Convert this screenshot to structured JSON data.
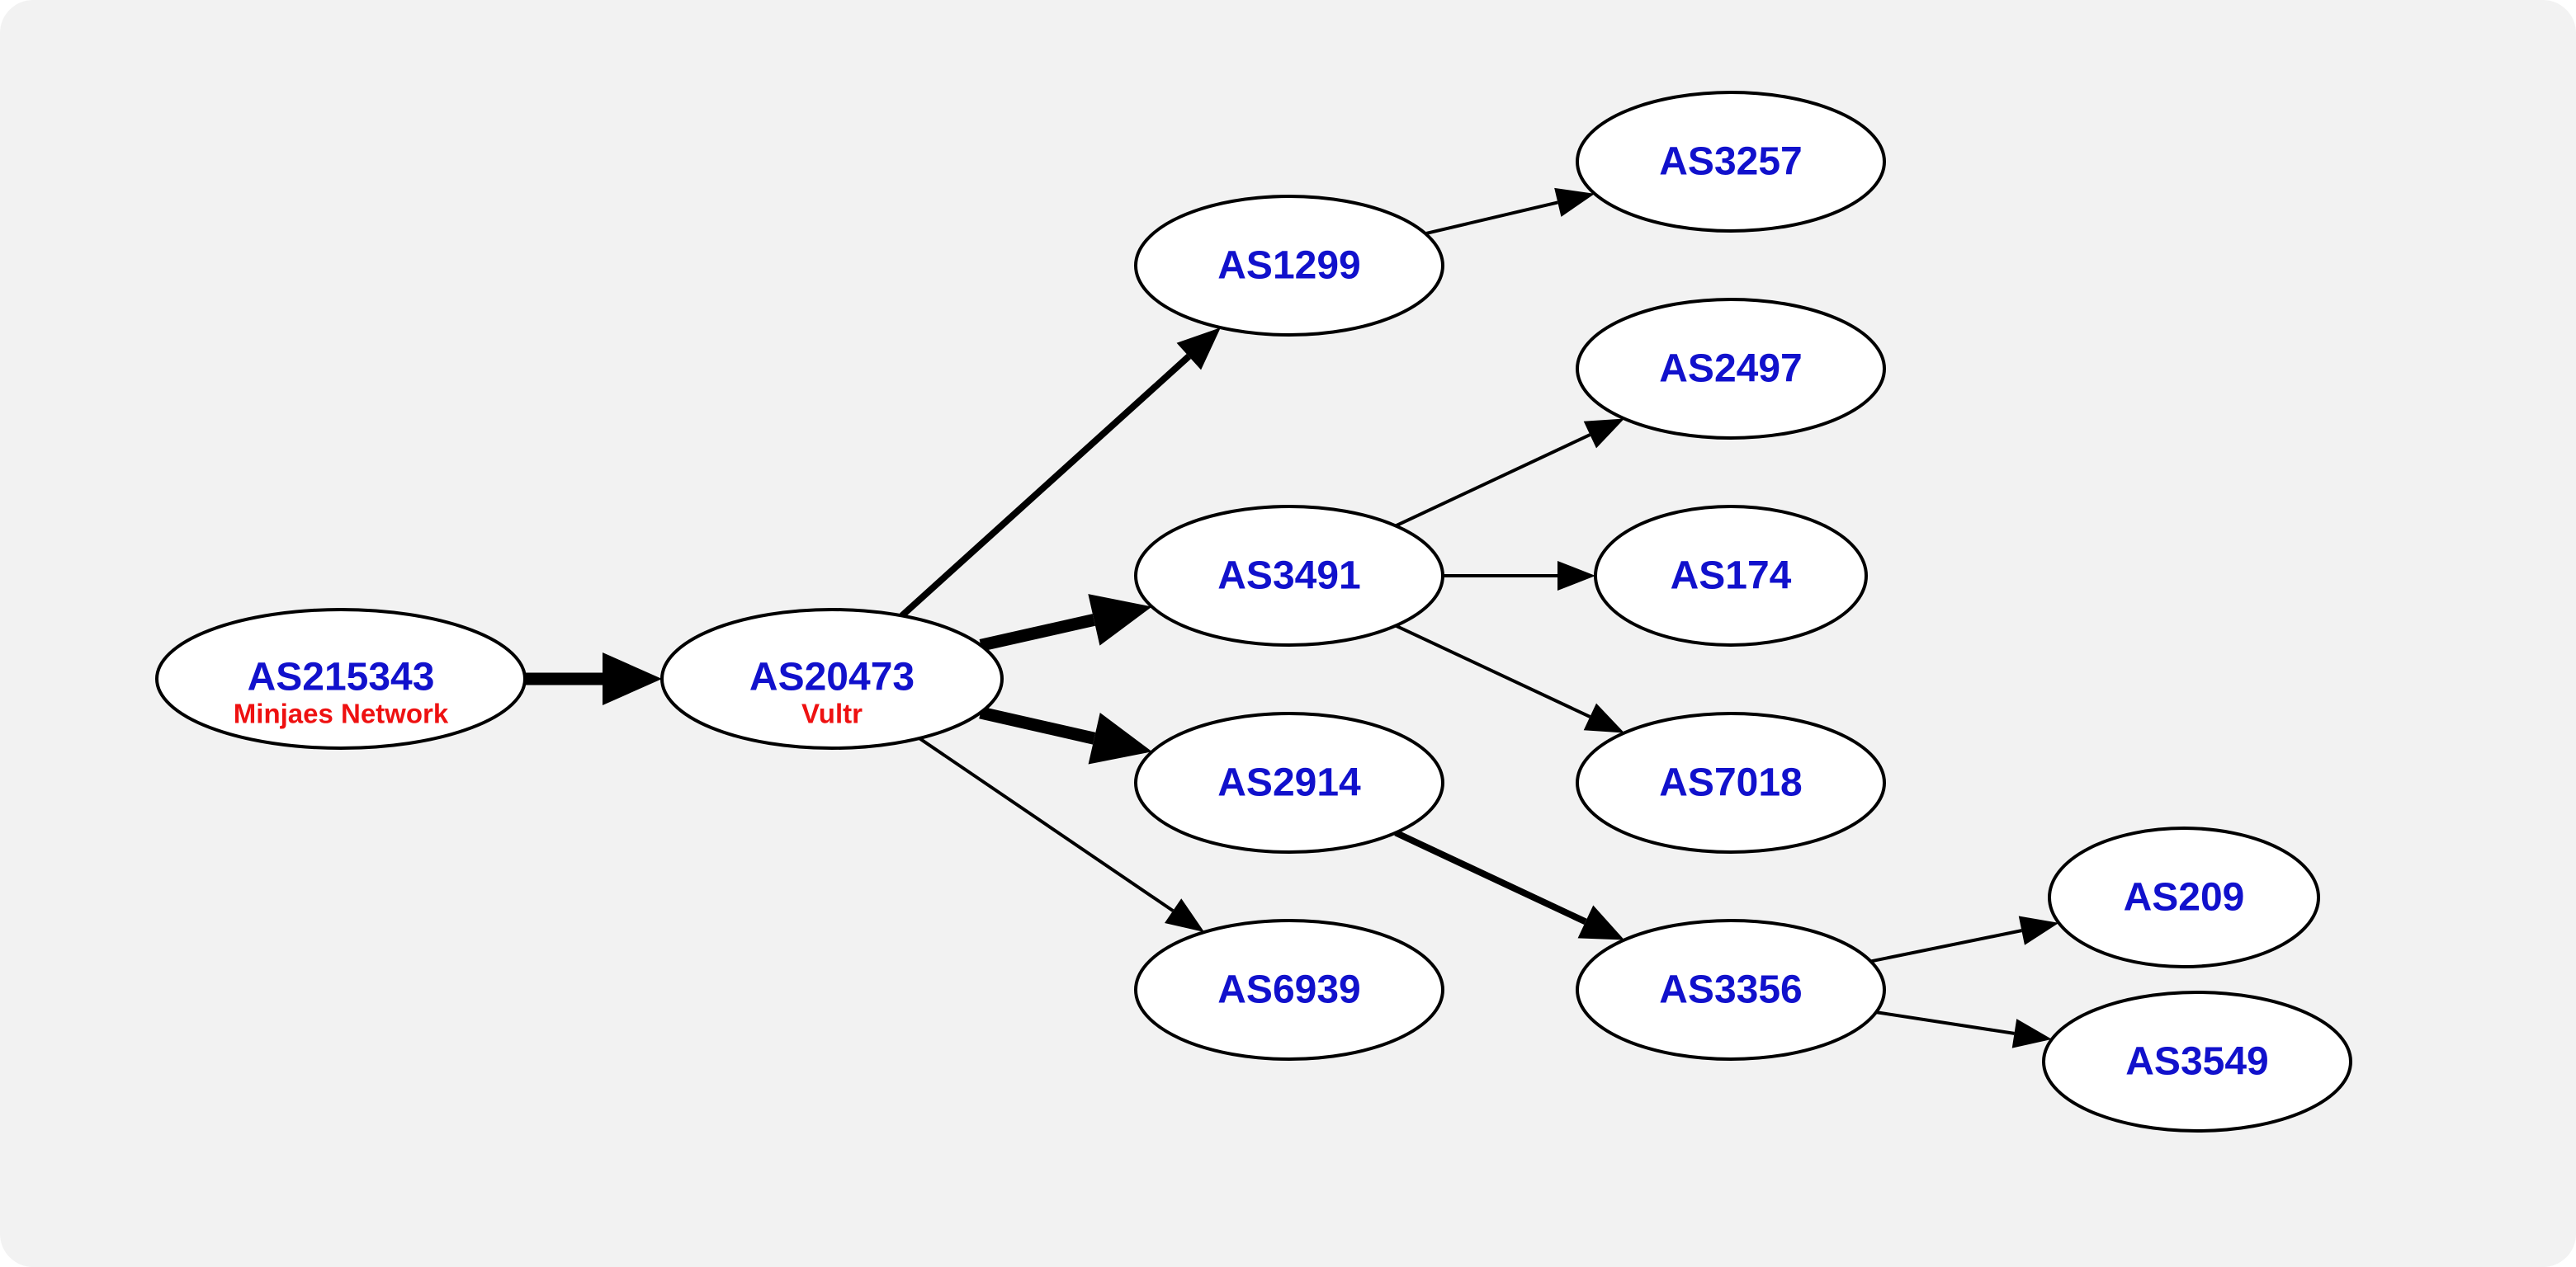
{
  "colors": {
    "background": "#f2f2f2",
    "node_fill": "#ffffff",
    "node_stroke": "#000000",
    "label": "#1111cc",
    "sublabel": "#ee1111",
    "edge": "#000000"
  },
  "nodes": [
    {
      "id": "AS215343",
      "label": "AS215343",
      "sublabel": "Minjaes Network"
    },
    {
      "id": "AS20473",
      "label": "AS20473",
      "sublabel": "Vultr"
    },
    {
      "id": "AS1299",
      "label": "AS1299"
    },
    {
      "id": "AS3491",
      "label": "AS3491"
    },
    {
      "id": "AS2914",
      "label": "AS2914"
    },
    {
      "id": "AS6939",
      "label": "AS6939"
    },
    {
      "id": "AS3257",
      "label": "AS3257"
    },
    {
      "id": "AS2497",
      "label": "AS2497"
    },
    {
      "id": "AS174",
      "label": "AS174"
    },
    {
      "id": "AS7018",
      "label": "AS7018"
    },
    {
      "id": "AS3356",
      "label": "AS3356"
    },
    {
      "id": "AS209",
      "label": "AS209"
    },
    {
      "id": "AS3549",
      "label": "AS3549"
    }
  ],
  "edges": [
    {
      "from": "AS215343",
      "to": "AS20473",
      "weight": "heavy"
    },
    {
      "from": "AS20473",
      "to": "AS1299",
      "weight": "medium"
    },
    {
      "from": "AS20473",
      "to": "AS3491",
      "weight": "heavy"
    },
    {
      "from": "AS20473",
      "to": "AS2914",
      "weight": "heavy"
    },
    {
      "from": "AS20473",
      "to": "AS6939",
      "weight": "thin"
    },
    {
      "from": "AS1299",
      "to": "AS3257",
      "weight": "thin"
    },
    {
      "from": "AS3491",
      "to": "AS2497",
      "weight": "thin"
    },
    {
      "from": "AS3491",
      "to": "AS174",
      "weight": "thin"
    },
    {
      "from": "AS3491",
      "to": "AS7018",
      "weight": "thin"
    },
    {
      "from": "AS2914",
      "to": "AS3356",
      "weight": "medium"
    },
    {
      "from": "AS3356",
      "to": "AS209",
      "weight": "thin"
    },
    {
      "from": "AS3356",
      "to": "AS3549",
      "weight": "thin"
    }
  ]
}
